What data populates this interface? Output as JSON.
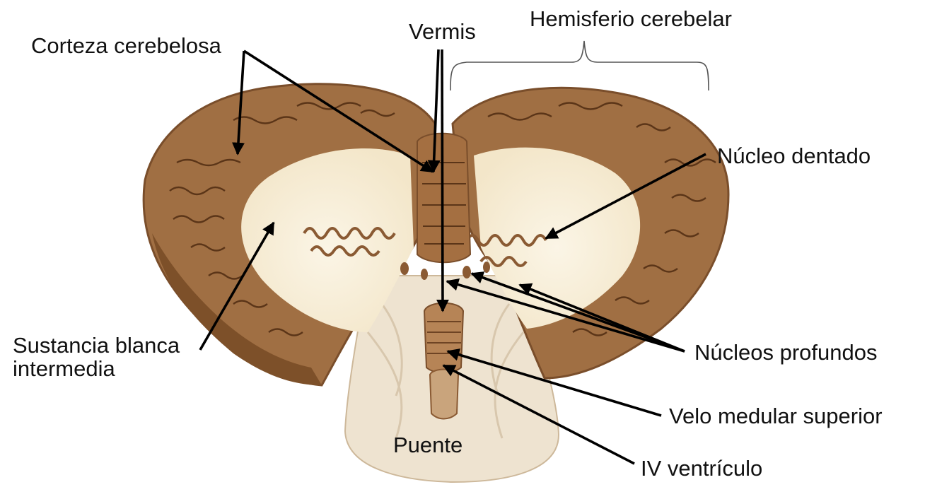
{
  "labels": {
    "corteza": "Corteza cerebelosa",
    "vermis": "Vermis",
    "hemisferio": "Hemisferio cerebelar",
    "nucleo_dentado": "Núcleo dentado",
    "sustancia_line1": "Sustancia blanca",
    "sustancia_line2": "intermedia",
    "nucleos_profundos": "Núcleos profundos",
    "velo": "Velo medular superior",
    "puente": "Puente",
    "iv_ventriculo": "IV ventrículo"
  },
  "colors": {
    "cortex": "#9a6a3e",
    "cortex_dark": "#6e4424",
    "white_matter": "#f7eedb",
    "pons": "#efe6d6",
    "arrow": "#000000"
  }
}
